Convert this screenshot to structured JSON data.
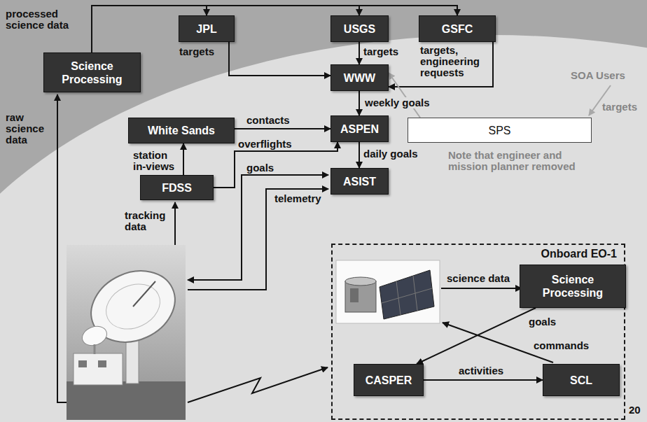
{
  "diagram": {
    "nodes": [
      {
        "text": [
          "Science Processing"
        ]
      },
      {
        "text": [
          "JPL"
        ]
      },
      {
        "text": [
          "USGS"
        ]
      },
      {
        "text": [
          "GSFC"
        ]
      },
      {
        "text": [
          "WWW"
        ]
      },
      {
        "text": [
          "White Sands"
        ]
      },
      {
        "text": [
          "ASPEN"
        ]
      },
      {
        "text": [
          "SPS"
        ]
      },
      {
        "text": [
          "FDSS"
        ]
      },
      {
        "text": [
          "ASIST"
        ]
      },
      {
        "text": [
          "Onboard EO-1"
        ]
      },
      {
        "text": [
          "Science Processing"
        ],
        "in": 10
      },
      {
        "text": [
          "CASPER"
        ],
        "in": 10
      },
      {
        "text": [
          "SCL"
        ],
        "in": 10
      }
    ],
    "edges": [
      {
        "from": 0,
        "to": 1,
        "arrow": "to",
        "label": "processed science data"
      },
      {
        "from": 0,
        "to": 2,
        "arrow": "to"
      },
      {
        "from": 0,
        "to": 3,
        "arrow": "to"
      },
      {
        "from": 1,
        "to": 4,
        "arrow": "to",
        "label": "targets"
      },
      {
        "from": 2,
        "to": 4,
        "arrow": "to",
        "label": "targets"
      },
      {
        "from": 3,
        "to": 4,
        "arrow": "to",
        "label": "targets, engineering requests"
      },
      {
        "from": 7,
        "to": 4,
        "arrow": "to"
      },
      {
        "from": 4,
        "to": 6,
        "arrow": "to",
        "label": "weekly goals"
      },
      {
        "from": 5,
        "to": 6,
        "arrow": "to",
        "label": "contacts"
      },
      {
        "from": 8,
        "to": 5,
        "arrow": "to",
        "label": "station in-views"
      },
      {
        "from": 8,
        "to": 6,
        "arrow": "to",
        "label": "overflights"
      },
      {
        "from": 6,
        "to": 9,
        "arrow": "to",
        "label": "daily goals"
      },
      {
        "from": 11,
        "to": 12,
        "arrow": "to",
        "label": "goals"
      },
      {
        "from": 12,
        "to": 13,
        "arrow": "to",
        "label": "activities"
      }
    ],
    "labels": [
      "SOA Users",
      "targets",
      "Note that engineer and mission planner removed",
      "raw science data",
      "tracking data",
      "goals",
      "telemetry",
      "science data",
      "commands",
      "20"
    ]
  }
}
